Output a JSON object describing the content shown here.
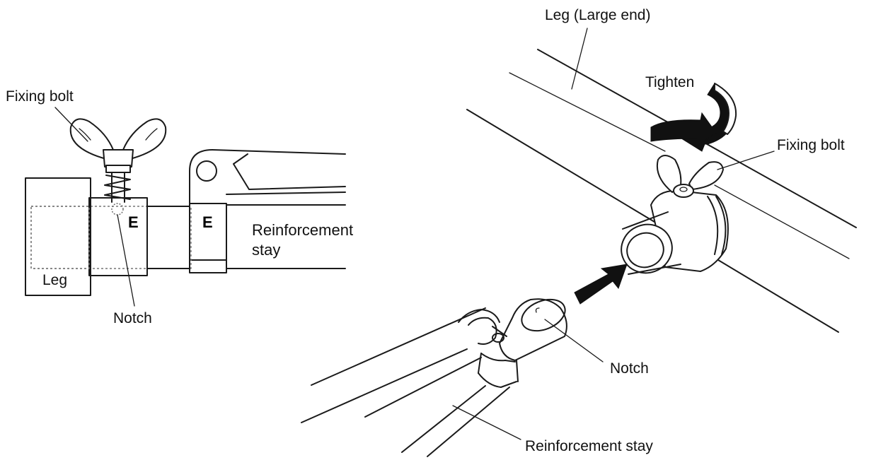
{
  "left_figure": {
    "fixing_bolt_label": "Fixing bolt",
    "leg_label": "Leg",
    "notch_label": "Notch",
    "e_mark_left": "E",
    "e_mark_right": "E",
    "reinforcement_label_line1": "Reinforcement",
    "reinforcement_label_line2": "stay"
  },
  "right_figure": {
    "leg_large_end_label": "Leg (Large end)",
    "tighten_label": "Tighten",
    "fixing_bolt_label": "Fixing bolt",
    "notch_label": "Notch",
    "reinforcement_stay_label": "Reinforcement stay"
  },
  "icons": [
    "wing-bolt-icon",
    "rotation-arrow-icon",
    "insert-arrow-icon"
  ]
}
